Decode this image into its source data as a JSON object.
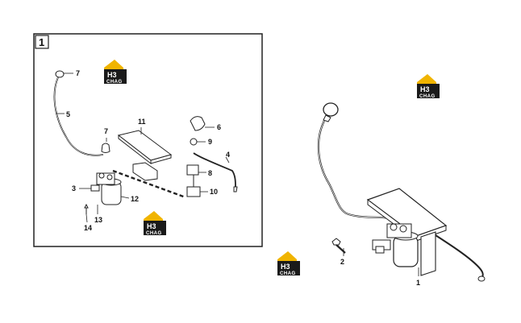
{
  "panel": {
    "number": "1"
  },
  "logo": {
    "mark": "H3",
    "brand": "CHAG",
    "accent": "#f0b400",
    "dark": "#1a1a1a"
  },
  "inset_callouts": {
    "c7a": "7",
    "c5": "5",
    "c7b": "7",
    "c11": "11",
    "c6": "6",
    "c9": "9",
    "c4": "4",
    "c8": "8",
    "c3": "3",
    "c10": "10",
    "c12": "12",
    "c13": "13",
    "c14": "14"
  },
  "main_callouts": {
    "c2": "2",
    "c1": "1"
  }
}
